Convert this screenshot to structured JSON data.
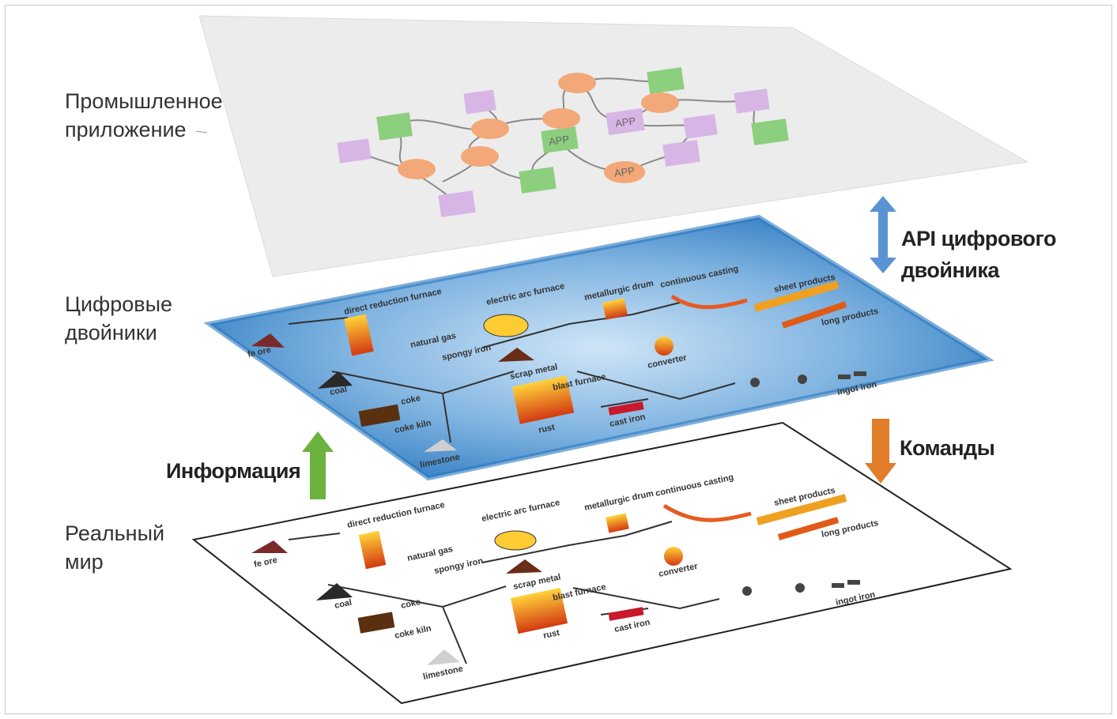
{
  "layers": {
    "app": {
      "line1": "Промышленное",
      "line2": "приложение",
      "node_label": "APP"
    },
    "twin": {
      "line1": "Цифровые",
      "line2": "двойники"
    },
    "real": {
      "line1": "Реальный",
      "line2": "мир"
    }
  },
  "arrows": {
    "api": {
      "line1": "API цифрового",
      "line2": "двойника",
      "color": "#5a93d4"
    },
    "commands": {
      "label": "Команды",
      "color": "#e27d2a"
    },
    "info": {
      "label": "Информация",
      "color": "#6cb23f"
    }
  },
  "plant_labels": {
    "fe_ore": "fe ore",
    "coal": "coal",
    "coke": "coke",
    "coke_kiln": "coke kiln",
    "limestone": "limestone",
    "drf": "direct reduction furnace",
    "natural_gas": "natural gas",
    "spongy_iron": "spongy iron",
    "eaf": "electric arc furnace",
    "scrap_metal": "scrap metal",
    "blast_furnace": "blast furnace",
    "rust": "rust",
    "cast_iron": "cast iron",
    "metallurgic_drum": "metallurgic drum",
    "converter": "converter",
    "continuous_casting": "continuous casting",
    "sheet_products": "sheet products",
    "long_products": "long products",
    "ingot_iron": "ingot iron"
  },
  "colors": {
    "app_plane": "#ececec",
    "twin_plane": "#2f7fc4",
    "orange_node": "#f2a878",
    "green_node": "#8ccf7e",
    "purple_node": "#d7b6e6"
  }
}
